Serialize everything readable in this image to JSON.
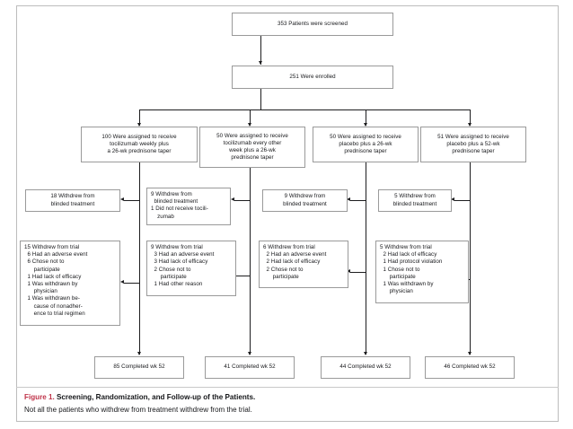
{
  "figure": {
    "caption_number": "Figure 1.",
    "caption_title": "Screening, Randomization, and Follow-up of the Patients.",
    "caption_body": "Not all the patients who withdrew from treatment withdrew from the trial.",
    "accent_color": "#c0344a",
    "line_color": "#1d1d1f",
    "box_border_color": "#9a9a9a",
    "frame_color": "#bdbdbd"
  },
  "nodes": {
    "screened": {
      "lines": [
        "353 Patients were screened"
      ]
    },
    "enrolled": {
      "lines": [
        "251 Were enrolled"
      ]
    },
    "arms": [
      {
        "name": "tocilizumab-weekly",
        "lines": [
          "100 Were assigned to receive",
          "tocilizumab weekly plus",
          "a 26-wk prednisone taper"
        ]
      },
      {
        "name": "tocilizumab-every-other-week",
        "lines": [
          "50 Were assigned to receive",
          "tocilizumab every other",
          "week plus a 26-wk",
          "prednisone taper"
        ]
      },
      {
        "name": "placebo-26wk",
        "lines": [
          "50 Were assigned to receive",
          "placebo plus a 26-wk",
          "prednisone taper"
        ]
      },
      {
        "name": "placebo-52wk",
        "lines": [
          "51 Were assigned to receive",
          "placebo plus a 52-wk",
          "prednisone taper"
        ]
      }
    ],
    "withdrew_treatment": [
      {
        "name": "withdrew-treatment-tocilizumab-weekly",
        "lines": [
          "18 Withdrew from",
          "blinded treatment"
        ]
      },
      {
        "name": "withdrew-treatment-tocilizumab-every-other-week",
        "lines": [
          "9 Withdrew from",
          "  blinded treatment",
          "1 Did not receive tocili-",
          "    zumab"
        ]
      },
      {
        "name": "withdrew-treatment-placebo-26wk",
        "lines": [
          "9 Withdrew from",
          "blinded treatment"
        ]
      },
      {
        "name": "withdrew-treatment-placebo-52wk",
        "lines": [
          "5 Withdrew from",
          "blinded treatment"
        ]
      }
    ],
    "withdrew_trial": [
      {
        "name": "withdrew-trial-tocilizumab-weekly",
        "lines": [
          "15 Withdrew from trial",
          "  6 Had an adverse event",
          "  6 Chose not to",
          "      participate",
          "  1 Had lack of efficacy",
          "  1 Was withdrawn by",
          "      physician",
          "  1 Was withdrawn be-",
          "      cause of nonadher-",
          "      ence to trial regimen"
        ]
      },
      {
        "name": "withdrew-trial-tocilizumab-every-other-week",
        "lines": [
          "9 Withdrew from trial",
          "  3 Had an adverse event",
          "  3 Had lack of efficacy",
          "  2 Chose not to",
          "      participate",
          "  1 Had other reason"
        ]
      },
      {
        "name": "withdrew-trial-placebo-26wk",
        "lines": [
          "6 Withdrew from trial",
          "  2 Had an adverse event",
          "  2 Had lack of efficacy",
          "  2 Chose not to",
          "      participate"
        ]
      },
      {
        "name": "withdrew-trial-placebo-52wk",
        "lines": [
          "5 Withdrew from trial",
          "  2 Had lack of efficacy",
          "  1 Had protocol violation",
          "  1 Chose not to",
          "      participate",
          "  1 Was withdrawn by",
          "      physician"
        ]
      }
    ],
    "completed": [
      {
        "name": "completed-tocilizumab-weekly",
        "lines": [
          "85 Completed wk 52"
        ]
      },
      {
        "name": "completed-tocilizumab-every-other-week",
        "lines": [
          "41 Completed wk 52"
        ]
      },
      {
        "name": "completed-placebo-26wk",
        "lines": [
          "44 Completed wk 52"
        ]
      },
      {
        "name": "completed-placebo-52wk",
        "lines": [
          "46 Completed wk 52"
        ]
      }
    ]
  }
}
